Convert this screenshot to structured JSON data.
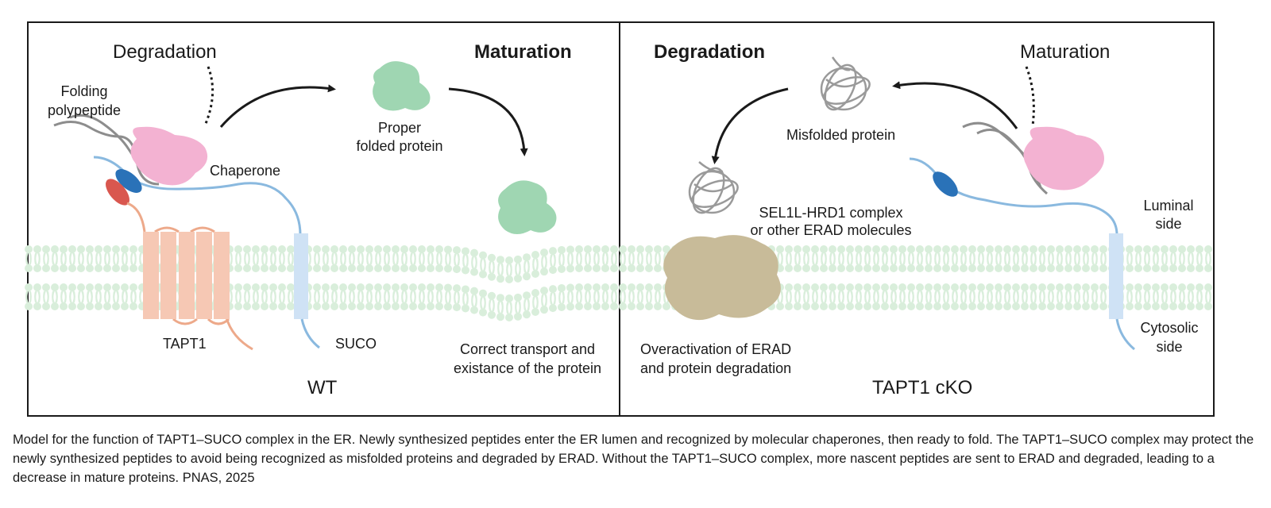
{
  "left_panel": {
    "condition": "WT",
    "top_left_label": "Degradation",
    "top_right_label": "Maturation",
    "folding_label": [
      "Folding",
      "polypeptide"
    ],
    "chaperone_label": "Chaperone",
    "folded_label": [
      "Proper",
      "folded protein"
    ],
    "tapt1_label": "TAPT1",
    "suco_label": "SUCO",
    "outcome_label": [
      "Correct transport and",
      "existance of the protein"
    ]
  },
  "right_panel": {
    "condition": "TAPT1 cKO",
    "top_left_label": "Degradation",
    "top_right_label": "Maturation",
    "misfolded_label": "Misfolded protein",
    "erad_label": [
      "SEL1L-HRD1 complex",
      "or other ERAD molecules"
    ],
    "outcome_label": [
      "Overactivation of ERAD",
      "and protein degradation"
    ],
    "luminal_label": [
      "Luminal",
      "side"
    ],
    "cytosolic_label": [
      "Cytosolic",
      "side"
    ]
  },
  "caption": "Model for the function of TAPT1–SUCO complex in the ER. Newly synthesized peptides enter the ER lumen and recognized by molecular chaperones, then ready to fold. The TAPT1–SUCO complex may protect the newly synthesized peptides to avoid being recognized as misfolded proteins and degraded by ERAD. Without the TAPT1–SUCO complex, more nascent peptides are sent to ERAD and degraded, leading to a decrease in mature proteins. PNAS, 2025",
  "colors": {
    "membrane": "#d9eedb",
    "chaperone": "#f3b2d2",
    "folded_protein": "#9fd6b2",
    "tapt1": "#f6c8b4",
    "tapt1_tail": "#eda98a",
    "suco": "#cfe2f5",
    "peptide": "#8ab9df",
    "blue_domain": "#2a72b8",
    "red_domain": "#d9574f",
    "erad": "#c8bb99",
    "misfolded": "#9a9a9a",
    "arrow": "#1a1a1a",
    "frame": "#1a1a1a"
  },
  "icons": [
    "membrane-bilayer",
    "chaperone-blob",
    "folded-protein-blob",
    "misfolded-tangle",
    "erad-complex-blob",
    "curved-arrow"
  ]
}
